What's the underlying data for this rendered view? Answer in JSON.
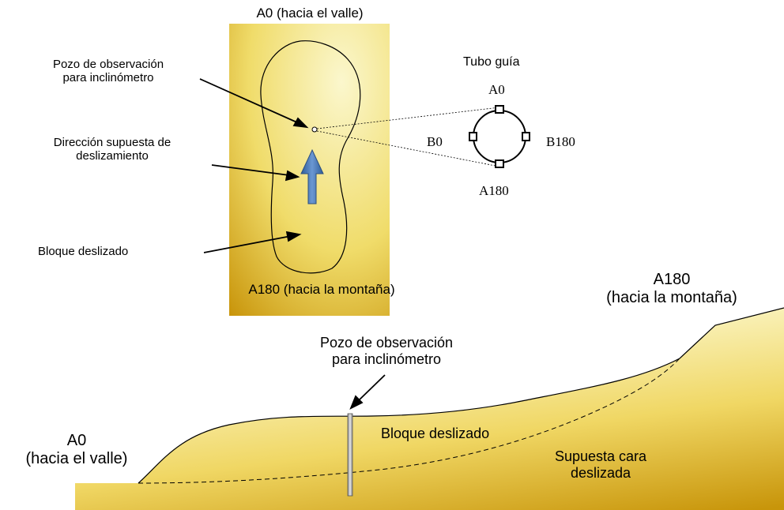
{
  "plan": {
    "top_label": "A0 (hacia el valle)",
    "bottom_label": "A180 (hacia la montaña)",
    "well_label_line1": "Pozo de observación",
    "well_label_line2": "para inclinómetro",
    "direction_label_line1": "Dirección supuesta de",
    "direction_label_line2": "deslizamiento",
    "block_label": "Bloque deslizado"
  },
  "guide_tube": {
    "title": "Tubo guía",
    "top": "A0",
    "left": "B0",
    "right": "B180",
    "bottom": "A180"
  },
  "section": {
    "right_label_line1": "A180",
    "right_label_line2": "(hacia la montaña)",
    "left_label_line1": "A0",
    "left_label_line2": "(hacia el valle)",
    "well_label_line1": "Pozo de observación",
    "well_label_line2": "para inclinómetro",
    "block_label": "Bloque deslizado",
    "surface_label_line1": "Supuesta cara",
    "surface_label_line2": "deslizada"
  },
  "colors": {
    "ground_light": "#fbf6c8",
    "ground_dark": "#c8950a",
    "arrow_blue": "#4a78b8"
  }
}
